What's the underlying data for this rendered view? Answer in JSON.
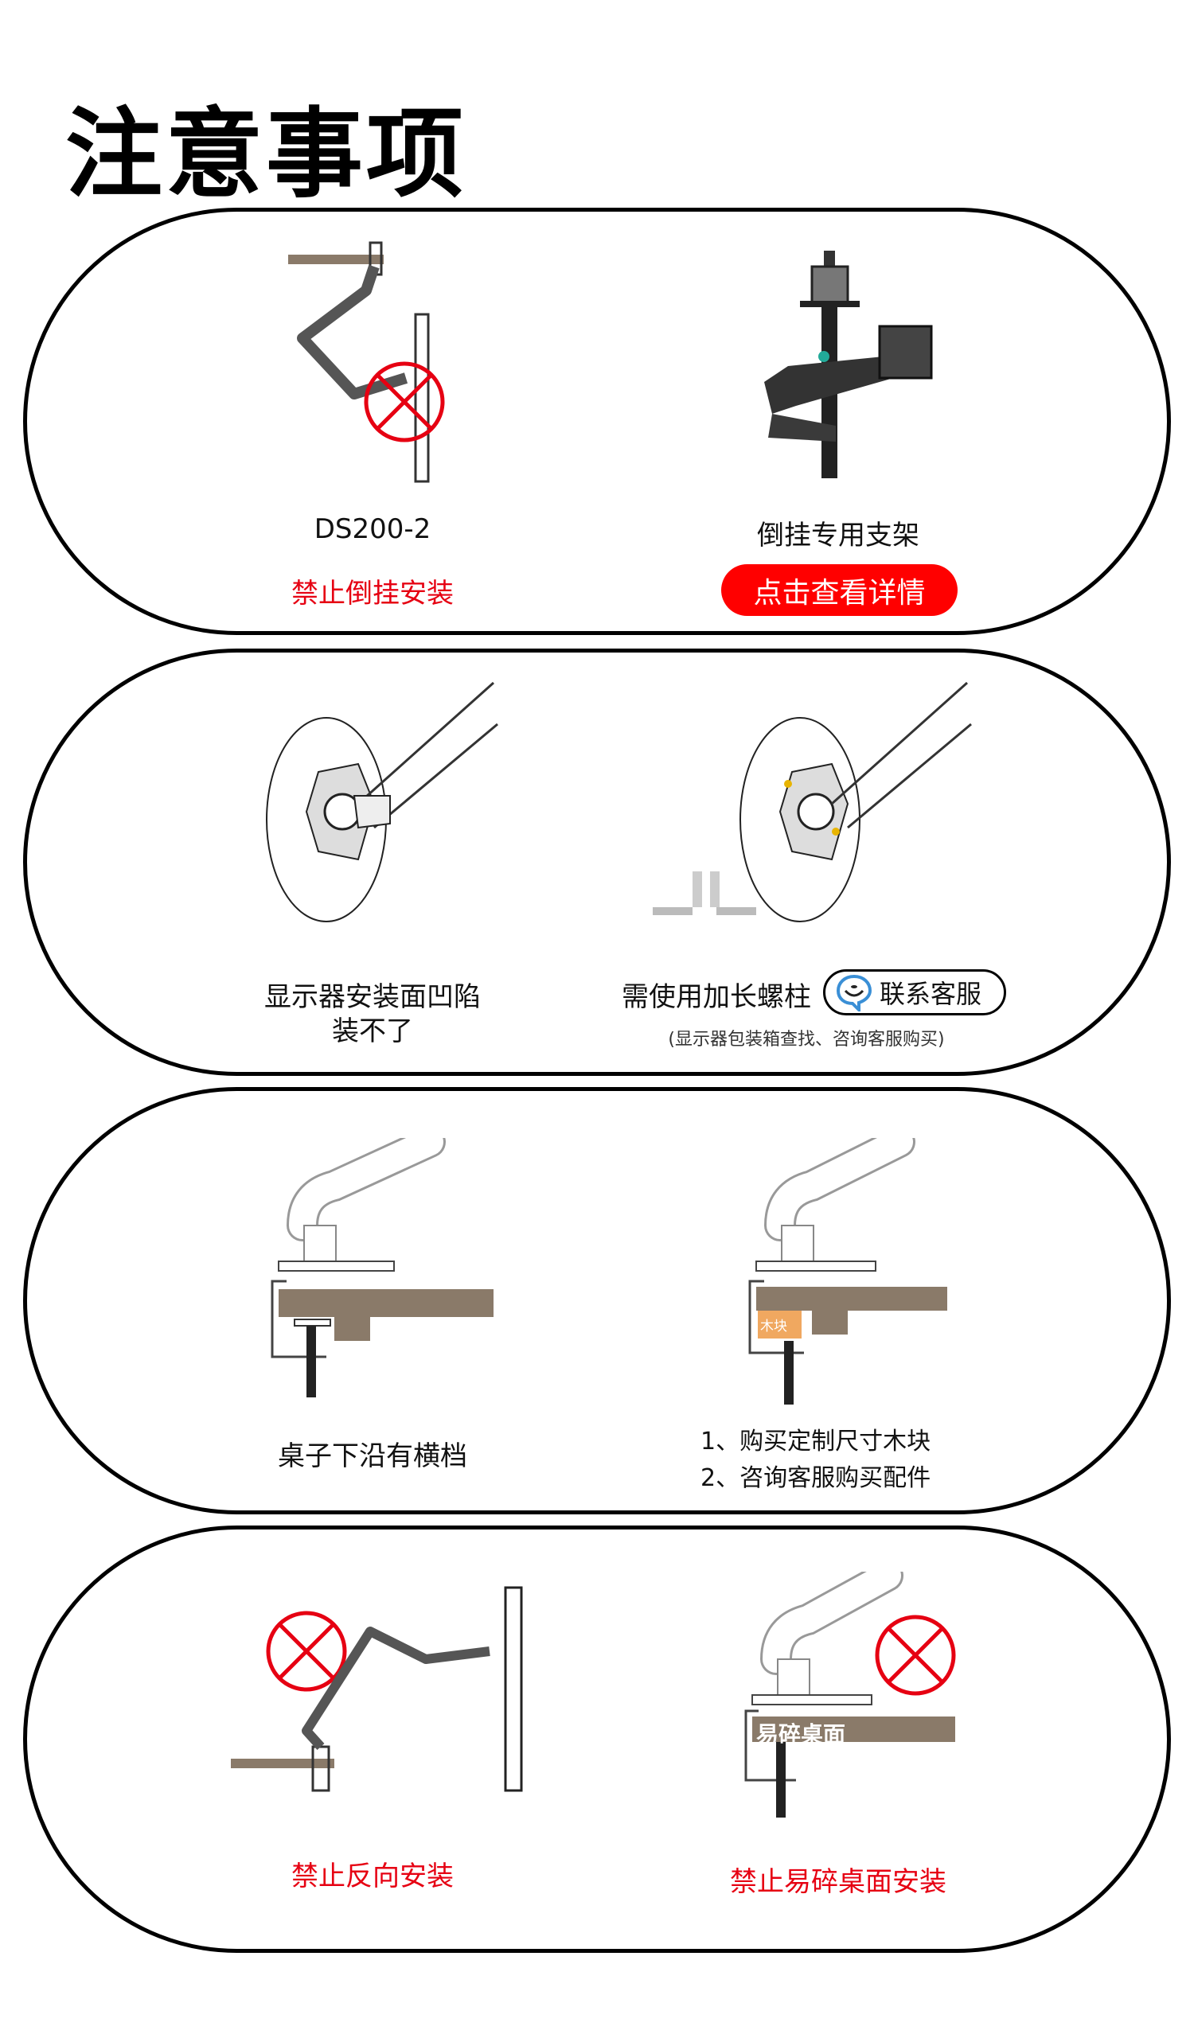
{
  "title": "注意事项",
  "panels": [
    {
      "left": {
        "model": "DS200-2",
        "warning": "禁止倒挂安装"
      },
      "right": {
        "caption": "倒挂专用支架",
        "button": "点击查看详情"
      }
    },
    {
      "left": {
        "caption_line1": "显示器安装面凹陷",
        "caption_line2": "装不了"
      },
      "right": {
        "caption": "需使用加长螺柱",
        "button": "联系客服",
        "note": "(显示器包装箱查找、咨询客服购买)"
      }
    },
    {
      "left": {
        "caption": "桌子下沿有横档"
      },
      "right": {
        "block_label": "木块",
        "line1": "1、购买定制尺寸木块",
        "line2": "2、咨询客服购买配件"
      }
    },
    {
      "left": {
        "warning": "禁止反向安装"
      },
      "right": {
        "desk_label": "易碎桌面",
        "warning": "禁止易碎桌面安装"
      }
    }
  ],
  "colors": {
    "warning_red": "#e60012",
    "button_red": "#ff0000",
    "desk": "#8a7a69",
    "service_blue": "#3a8fd6"
  }
}
